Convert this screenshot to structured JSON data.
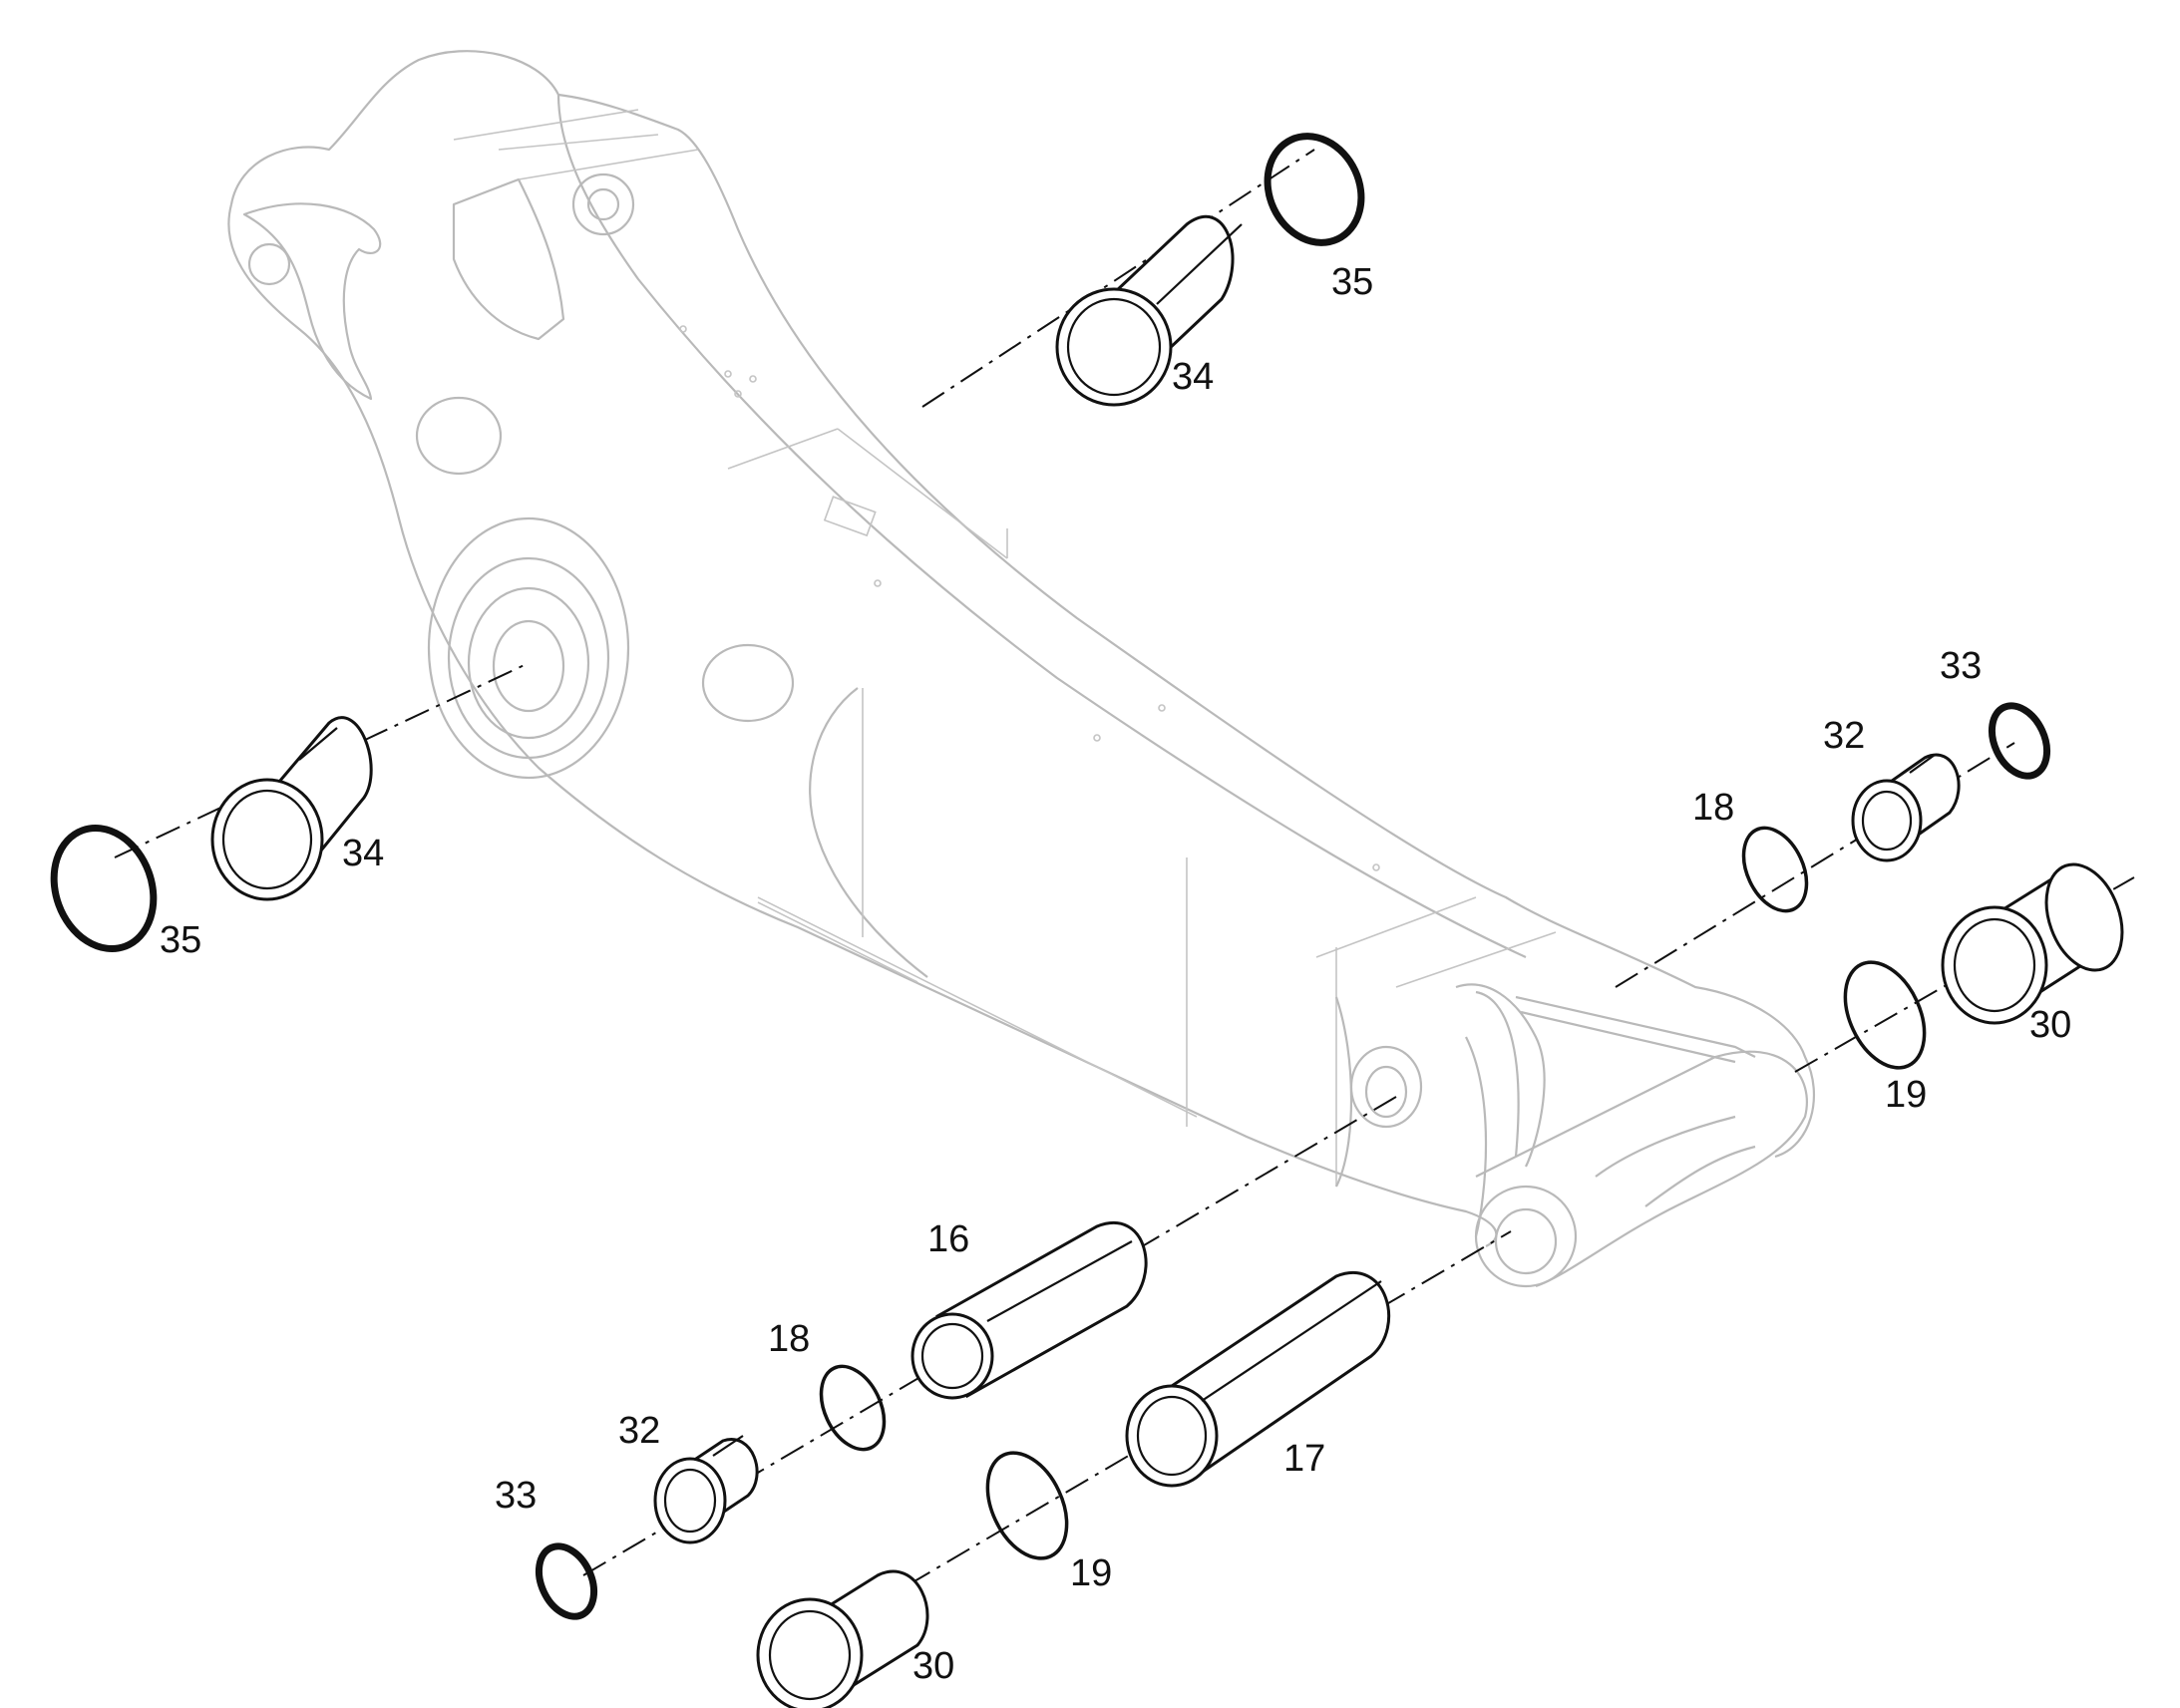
{
  "callouts": {
    "c35_top": "35",
    "c34_top": "34",
    "c34_left": "34",
    "c35_left": "35",
    "c33_right": "33",
    "c32_right": "32",
    "c18_right": "18",
    "c30_right": "30",
    "c19_right": "19",
    "c16": "16",
    "c18_left": "18",
    "c32_left": "32",
    "c33_left": "33",
    "c17": "17",
    "c19_left": "19",
    "c30_left": "30"
  }
}
